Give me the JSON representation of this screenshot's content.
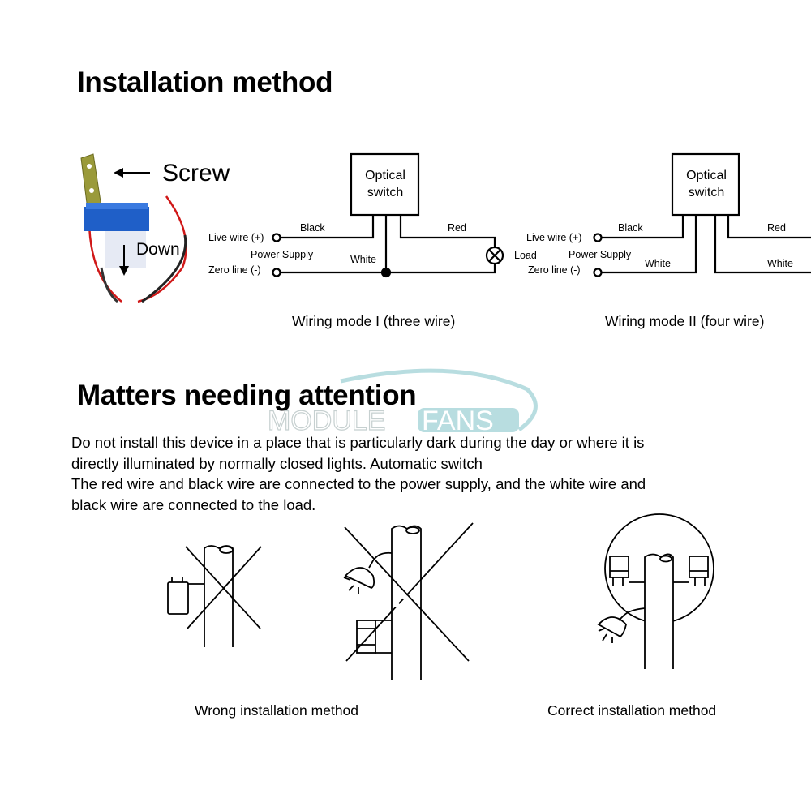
{
  "installation": {
    "title": "Installation method",
    "device": {
      "screw_label": "Screw",
      "down_label": "Down"
    },
    "mode1": {
      "box_line1": "Optical",
      "box_line2": "switch",
      "black": "Black",
      "red": "Red",
      "white": "White",
      "live": "Live wire (+)",
      "power": "Power Supply",
      "zero": "Zero line (-)",
      "load": "Load",
      "caption": "Wiring mode I (three wire)"
    },
    "mode2": {
      "box_line1": "Optical",
      "box_line2": "switch",
      "black": "Black",
      "red": "Red",
      "white_left": "White",
      "white_right": "White",
      "live": "Live wire (+)",
      "power": "Power Supply",
      "zero": "Zero line (-)",
      "caption": "Wiring mode II (four wire)"
    }
  },
  "attention": {
    "title": "Matters needing attention",
    "watermark": "MODULEFANS",
    "lines": [
      "Do not install this device in a place that is particularly dark during the day or where it is",
      "directly illuminated by normally closed lights. Automatic switch",
      "The red wire and black wire are connected to the power supply,  and the white wire and",
      "black wire are connected to the load."
    ],
    "wrong_caption": "Wrong installation method",
    "correct_caption": "Correct installation method"
  },
  "colors": {
    "device_blue": "#1f5fc8",
    "bracket": "#9a9a3a",
    "wire_red": "#d01818",
    "watermark": "#7fc2c8"
  }
}
